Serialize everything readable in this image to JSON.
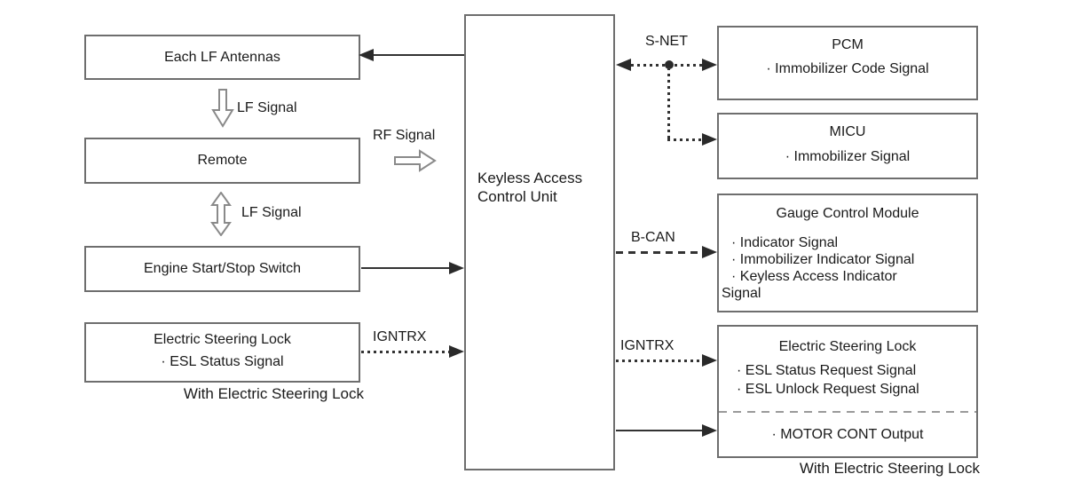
{
  "colors": {
    "line": "#333333",
    "box_border": "#6e6e6e",
    "text": "#1a1a1a",
    "divider": "#9a9a9a",
    "background": "#ffffff"
  },
  "center_unit": {
    "line1": "Keyless Access",
    "line2": "Control Unit"
  },
  "left_column": {
    "antennas_label": "Each LF Antennas",
    "lf_down_label": "LF Signal",
    "remote_label": "Remote",
    "lf_updown_label": "LF Signal",
    "rf_label": "RF Signal",
    "engine_label": "Engine Start/Stop Switch",
    "esl_title": "Electric Steering Lock",
    "esl_bullet": "· ESL Status Signal",
    "esl_caption": "With Electric Steering Lock",
    "igntrx_label": "IGNTRX"
  },
  "right_column": {
    "snet_label": "S-NET",
    "pcm_title": "PCM",
    "pcm_bullet": "· Immobilizer Code Signal",
    "micu_title": "MICU",
    "micu_bullet": "· Immobilizer Signal",
    "bcan_label": "B-CAN",
    "gauge_title": "Gauge Control Module",
    "gauge_line1": "· Indicator Signal",
    "gauge_line2": "· Immobilizer Indicator Signal",
    "gauge_line3": "· Keyless Access Indicator",
    "gauge_line4": "Signal",
    "igntrx_label": "IGNTRX",
    "esl_title": "Electric Steering Lock",
    "esl_line1": "· ESL Status Request Signal",
    "esl_line2": "· ESL Unlock Request Signal",
    "esl_motor": "· MOTOR CONT Output",
    "esl_caption": "With Electric Steering Lock"
  },
  "icons": {
    "lf_down_arrow": "hollow-down-arrow",
    "lf_double_arrow": "hollow-up-down-arrow",
    "rf_right_arrow": "hollow-right-arrow"
  }
}
